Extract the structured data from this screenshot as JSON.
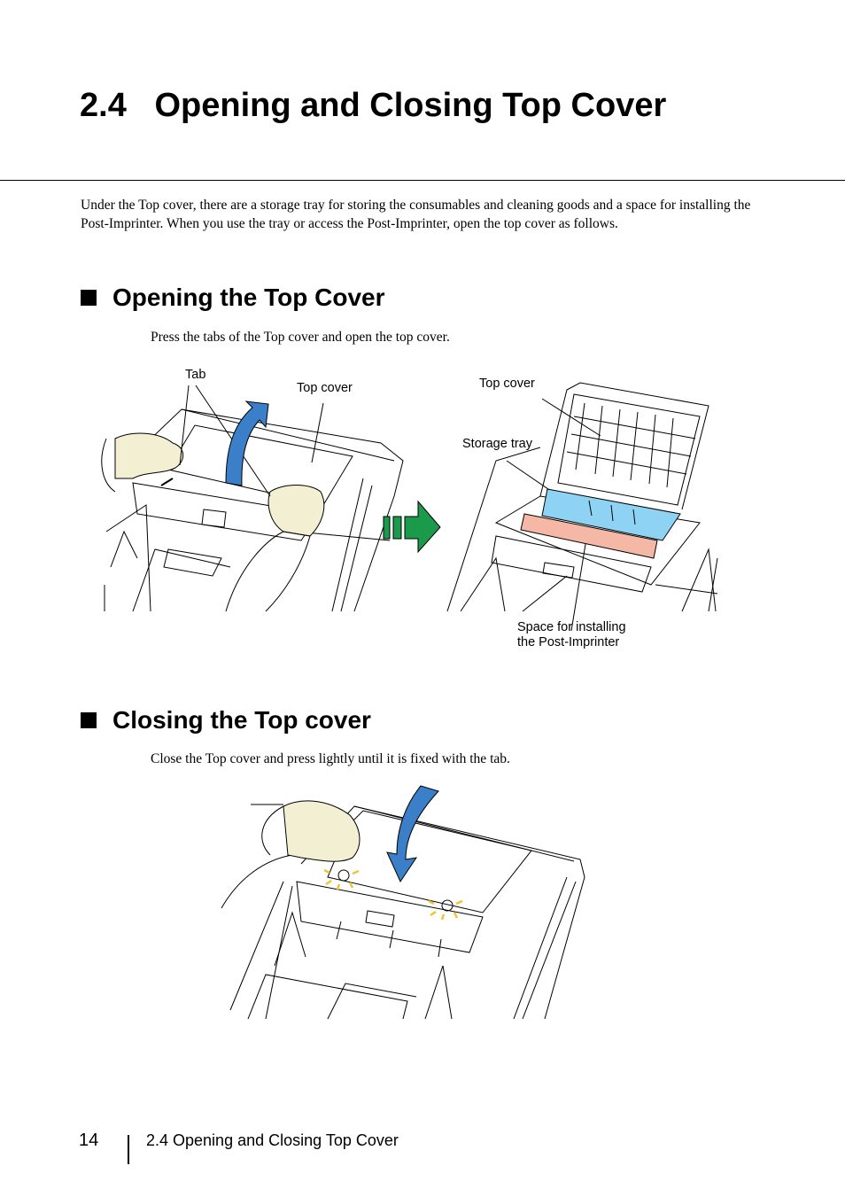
{
  "chapter": {
    "title": "2.4   Opening and Closing Top Cover"
  },
  "intro": "Under the Top cover, there are a storage tray for storing the consumables and cleaning goods and a space for installing the Post-Imprinter. When you use the tray or access the Post-Imprinter, open the top cover as follows.",
  "opening": {
    "heading": "Opening the Top Cover",
    "instruction": "Press the tabs of the Top cover and open the top cover.",
    "labels": {
      "tab": "Tab",
      "top_cover_left": "Top cover",
      "top_cover_right": "Top cover",
      "storage_tray": "Storage tray",
      "space_line1": "Space for installing",
      "space_line2": "the Post-Imprinter"
    }
  },
  "closing": {
    "heading": "Closing the Top cover",
    "instruction": "Close the Top cover and press lightly until it is fixed with the tab."
  },
  "footer": {
    "page_number": "14",
    "running_title": "2.4 Opening and Closing Top Cover"
  },
  "colors": {
    "blue_arrow": "#3a7fc8",
    "green_arrow": "#1a9a4a",
    "storage_tray": "#8fd3f4",
    "imprinter_space": "#f6b8a6",
    "glove": "#f3efd3",
    "click_marks": "#f2c230"
  }
}
